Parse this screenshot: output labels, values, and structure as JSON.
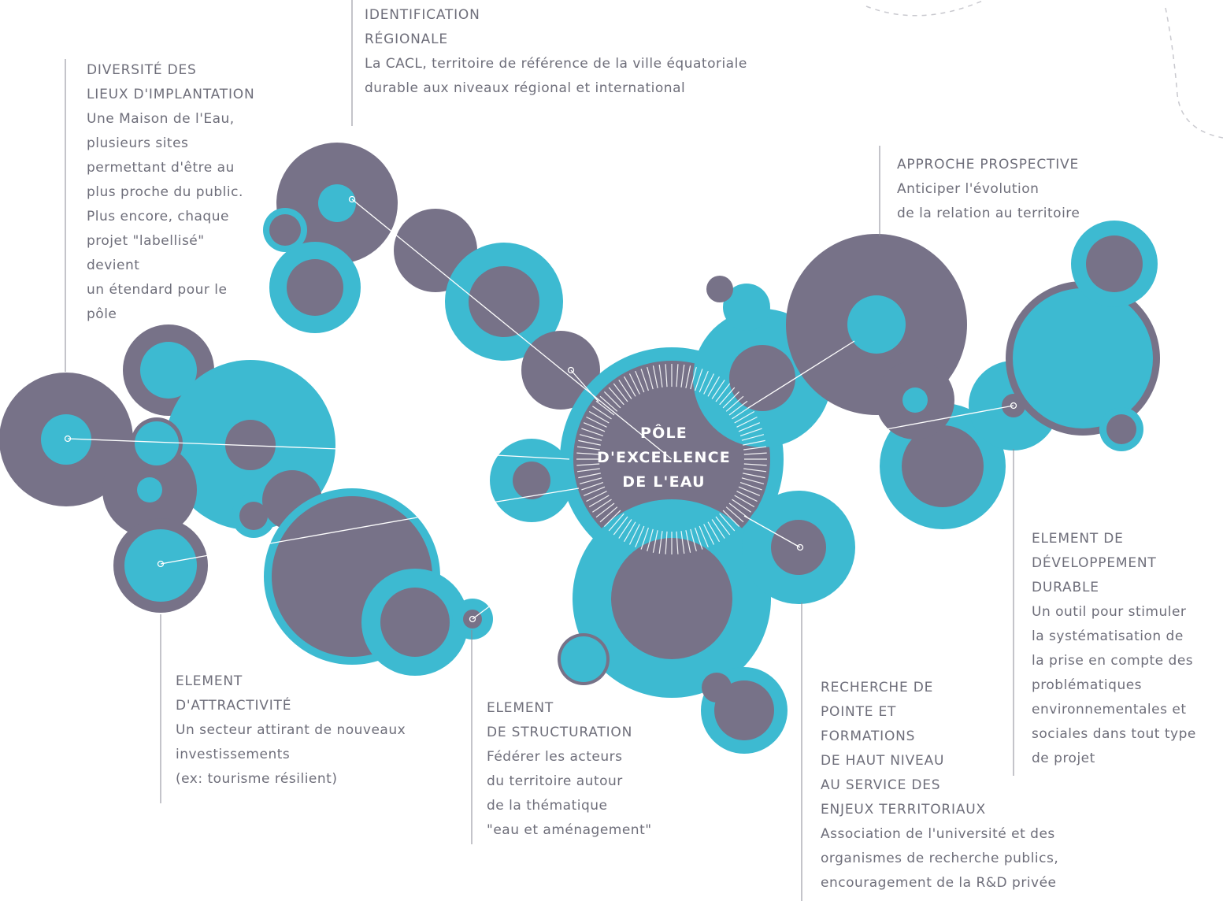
{
  "colors": {
    "purple": "#777288",
    "teal": "#3dbad1",
    "text": "#6e6e7a",
    "line": "#ffffff",
    "dashed": "#c9c9cf"
  },
  "center": {
    "lines": [
      "PÔLE",
      "D'EXCELLENCE",
      "DE L'EAU"
    ]
  },
  "blocks": [
    {
      "id": "lieux",
      "heading": [
        "DIVERSITÉ DES",
        "LIEUX D'IMPLANTATION"
      ],
      "body": [
        "Une Maison de l'Eau,",
        "plusieurs sites",
        "permettant d'être au",
        "plus proche du public.",
        "Plus encore, chaque",
        "projet \"labellisé\"",
        "devient",
        "un étendard pour le",
        "pôle"
      ]
    },
    {
      "id": "regionale",
      "heading": [
        "IDENTIFICATION",
        "RÉGIONALE"
      ],
      "body": [
        "La CACL, territoire de référence de la ville équatoriale",
        "durable aux niveaux régional et international"
      ]
    },
    {
      "id": "prospective",
      "heading": [
        "APPROCHE PROSPECTIVE"
      ],
      "body": [
        "Anticiper l'évolution",
        "de la relation au territoire"
      ]
    },
    {
      "id": "developpement",
      "heading": [
        "ELEMENT DE",
        "DÉVELOPPEMENT",
        "DURABLE"
      ],
      "body": [
        "Un outil pour stimuler",
        "la systématisation de",
        "la prise en compte des",
        "problématiques",
        "environnementales et",
        "sociales dans tout type",
        "de projet"
      ]
    },
    {
      "id": "attractivite",
      "heading": [
        "ELEMENT",
        "D'ATTRACTIVITÉ"
      ],
      "body": [
        "Un secteur attirant de nouveaux",
        "investissements",
        "(ex: tourisme résilient)"
      ]
    },
    {
      "id": "structuration",
      "heading": [
        "ELEMENT",
        "DE STRUCTURATION"
      ],
      "body": [
        "Fédérer les acteurs",
        "du territoire autour",
        "de la thématique",
        "\"eau et aménagement\""
      ]
    },
    {
      "id": "recherche",
      "heading": [
        "RECHERCHE DE",
        "POINTE ET",
        "FORMATIONS",
        "DE HAUT NIVEAU",
        "AU SERVICE DES",
        "ENJEUX TERRITORIAUX"
      ],
      "body": [
        "Association de l'université et des",
        "organismes de recherche publics,",
        "encouragement de la R&D privée"
      ]
    }
  ]
}
